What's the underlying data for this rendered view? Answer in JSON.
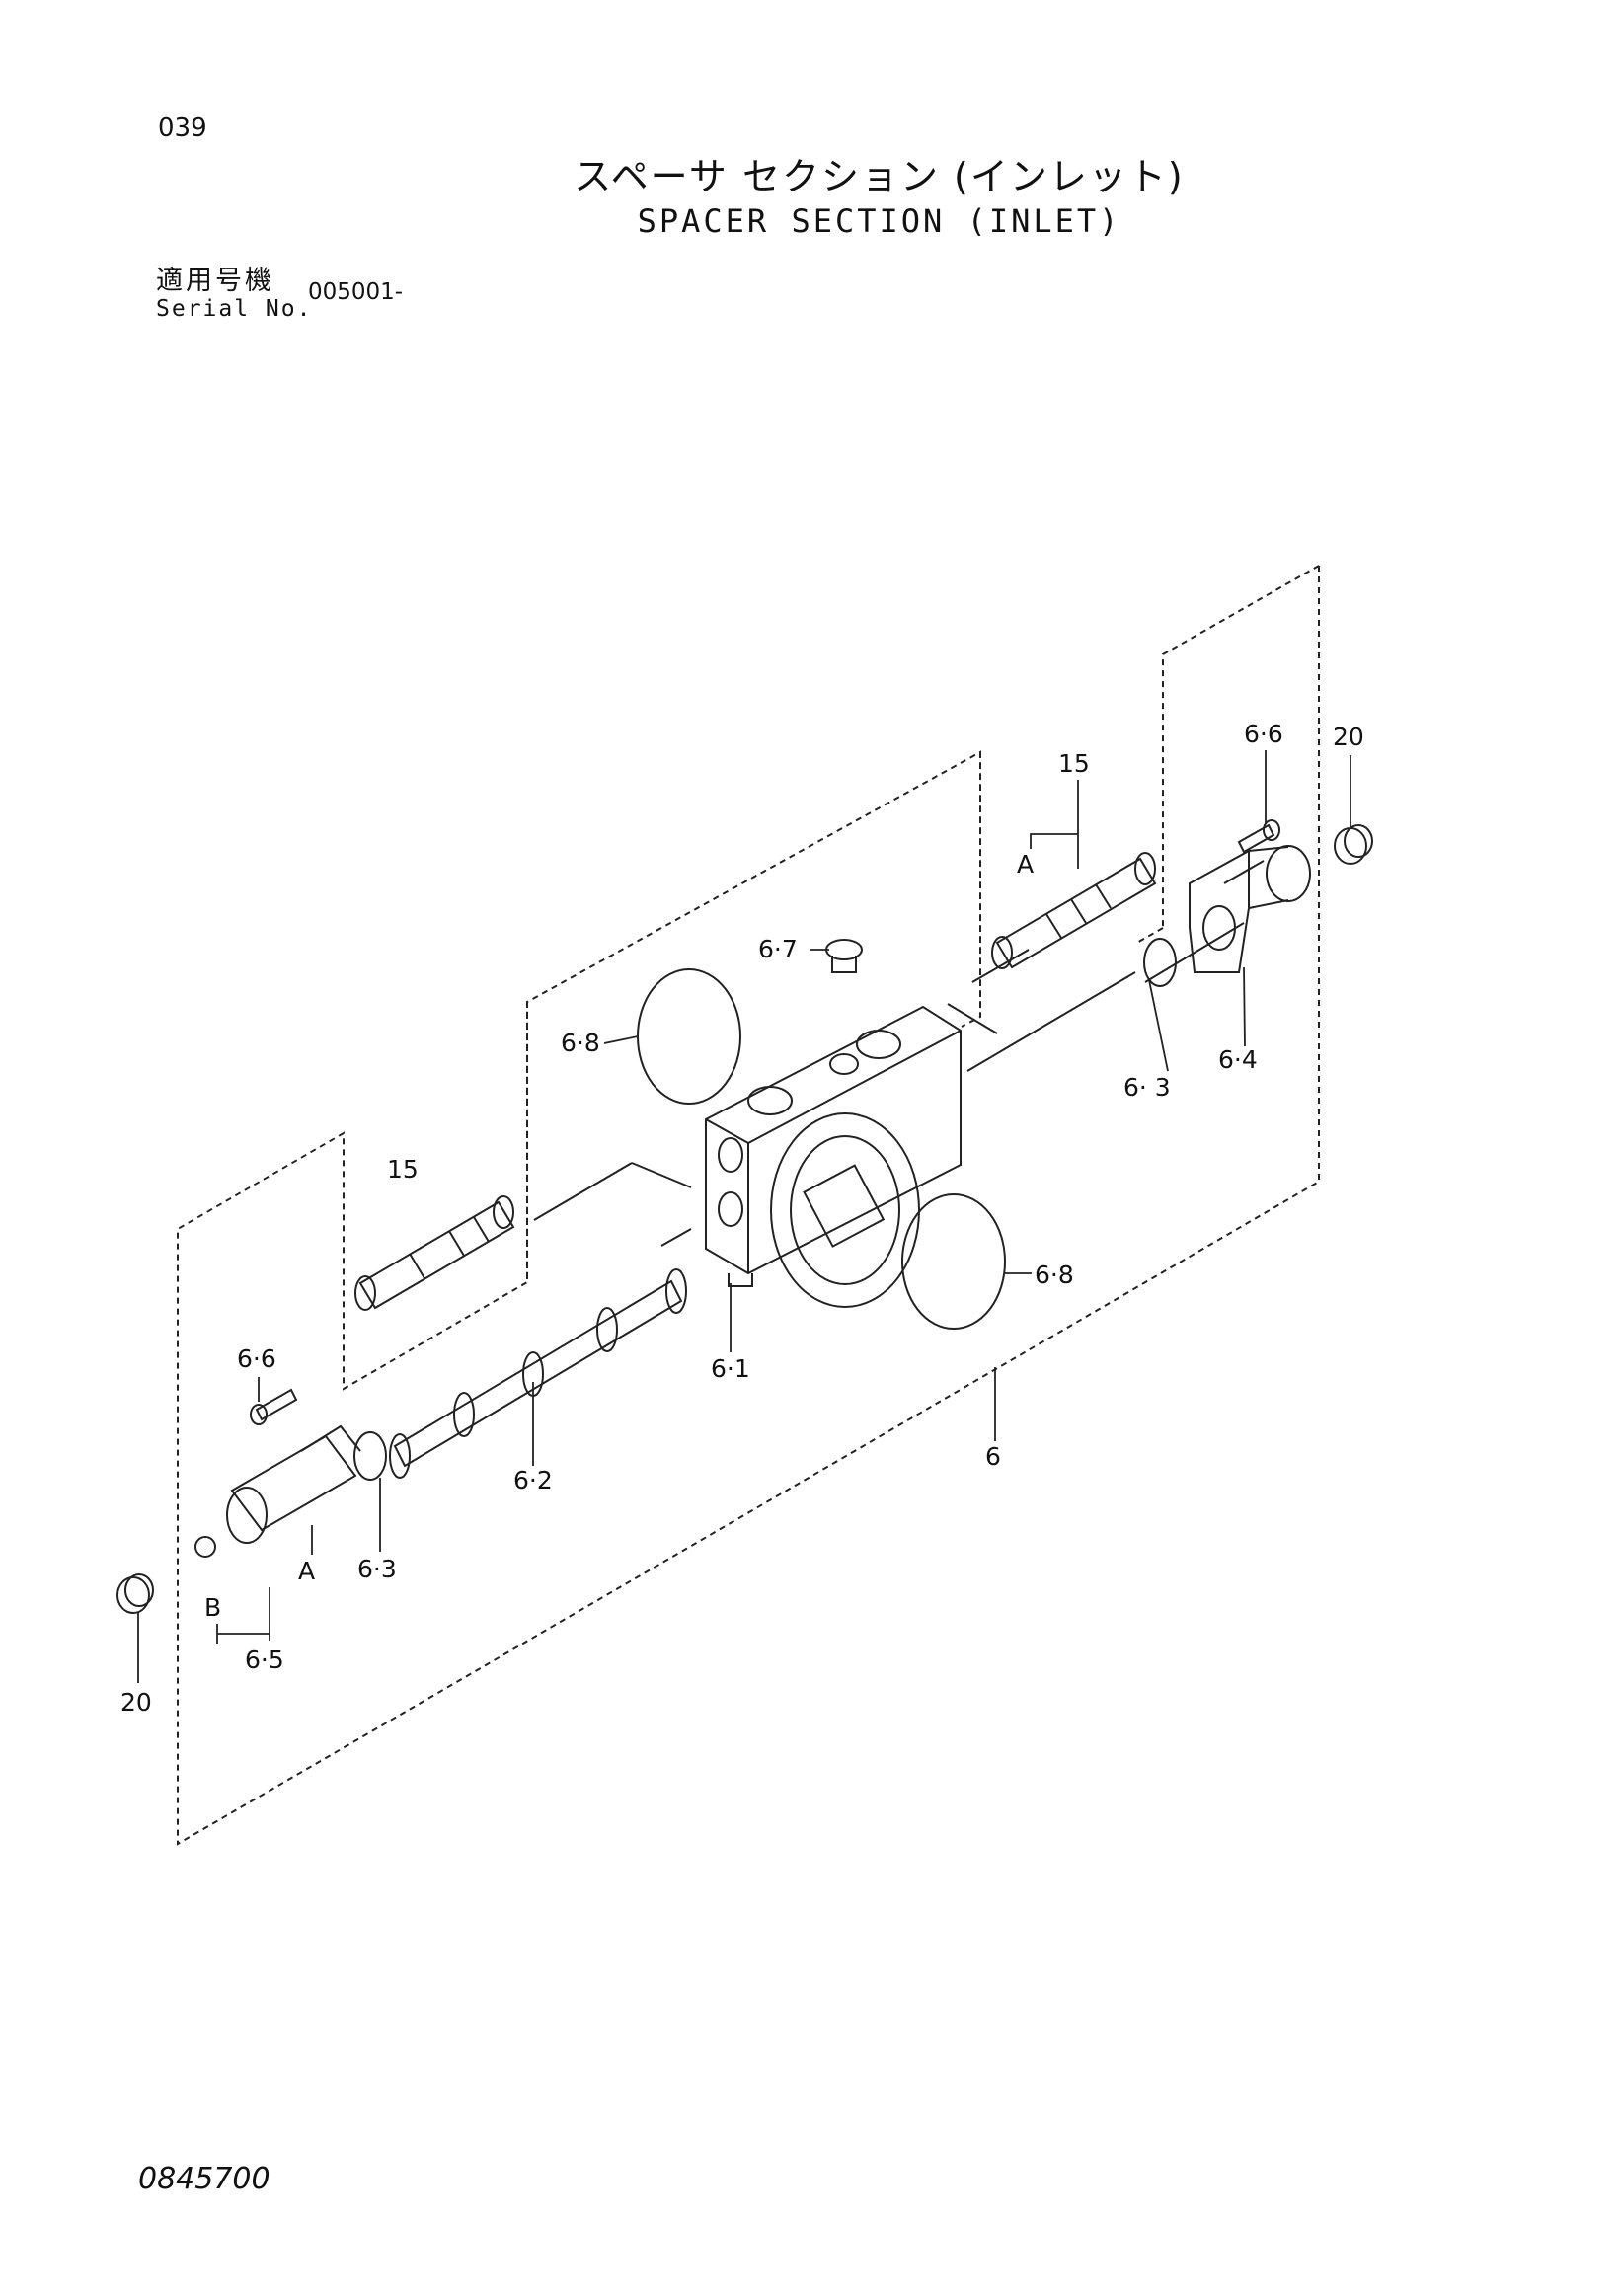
{
  "header": {
    "page_number": "039",
    "title_jp": "スペーサ セクション (インレット)",
    "title_en": "SPACER SECTION (INLET)",
    "serial_label_jp": "適用号機",
    "serial_label_en": "Serial No.",
    "serial_value": "005001-"
  },
  "callouts": {
    "c15_top": "15",
    "c15_left": "15",
    "cA_top": "A",
    "c6_6_top": "6·6",
    "c20_top": "20",
    "c6_7": "6·7",
    "c6_8_upper": "6·8",
    "c6_8_lower": "6·8",
    "c6_3_right": "6· 3",
    "c6_4": "6·4",
    "c6_1": "6·1",
    "c6_2": "6·2",
    "c6": "6",
    "c6_6_left": "6·6",
    "c6_3_left": "6·3",
    "cA_left": "A",
    "cB_left": "B",
    "c6_5": "6·5",
    "c20_left": "20"
  },
  "footer": {
    "drawing_number": "0845700"
  }
}
